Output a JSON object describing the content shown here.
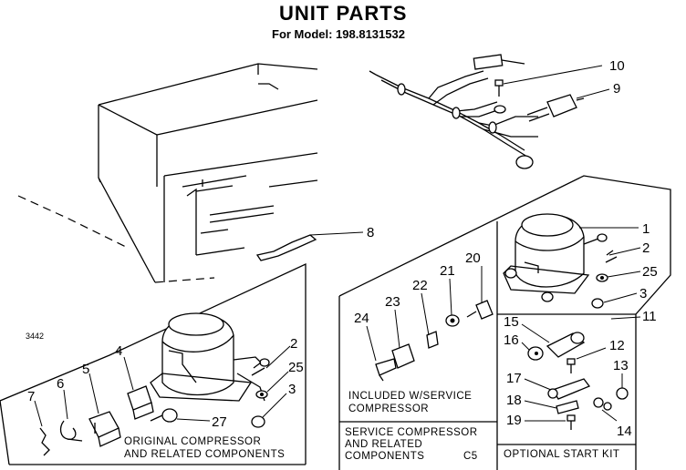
{
  "header": {
    "title": "UNIT PARTS",
    "model_line": "For Model: 198.8131532"
  },
  "callouts": {
    "n10": "10",
    "n9": "9",
    "n8": "8",
    "n1": "1",
    "n2": "2",
    "n25": "25",
    "n3": "3",
    "n11": "11",
    "n20": "20",
    "n21": "21",
    "n22": "22",
    "n23": "23",
    "n24": "24",
    "n15": "15",
    "n16": "16",
    "n12": "12",
    "n13": "13",
    "n17": "17",
    "n18": "18",
    "n19": "19",
    "n14": "14",
    "o2": "2",
    "o25": "25",
    "o3": "3",
    "o4": "4",
    "o5": "5",
    "o6": "6",
    "o7": "7",
    "o27": "27"
  },
  "captions": {
    "included_line1": "INCLUDED W/SERVICE",
    "included_line2": "COMPRESSOR",
    "service_line1": "SERVICE COMPRESSOR",
    "service_line2": "AND RELATED",
    "service_line3": "COMPONENTS",
    "service_code": "C5",
    "optional_kit": "OPTIONAL START KIT",
    "original_line1": "ORIGINAL COMPRESSOR",
    "original_line2": "AND RELATED COMPONENTS",
    "drawing_code": "3442"
  }
}
